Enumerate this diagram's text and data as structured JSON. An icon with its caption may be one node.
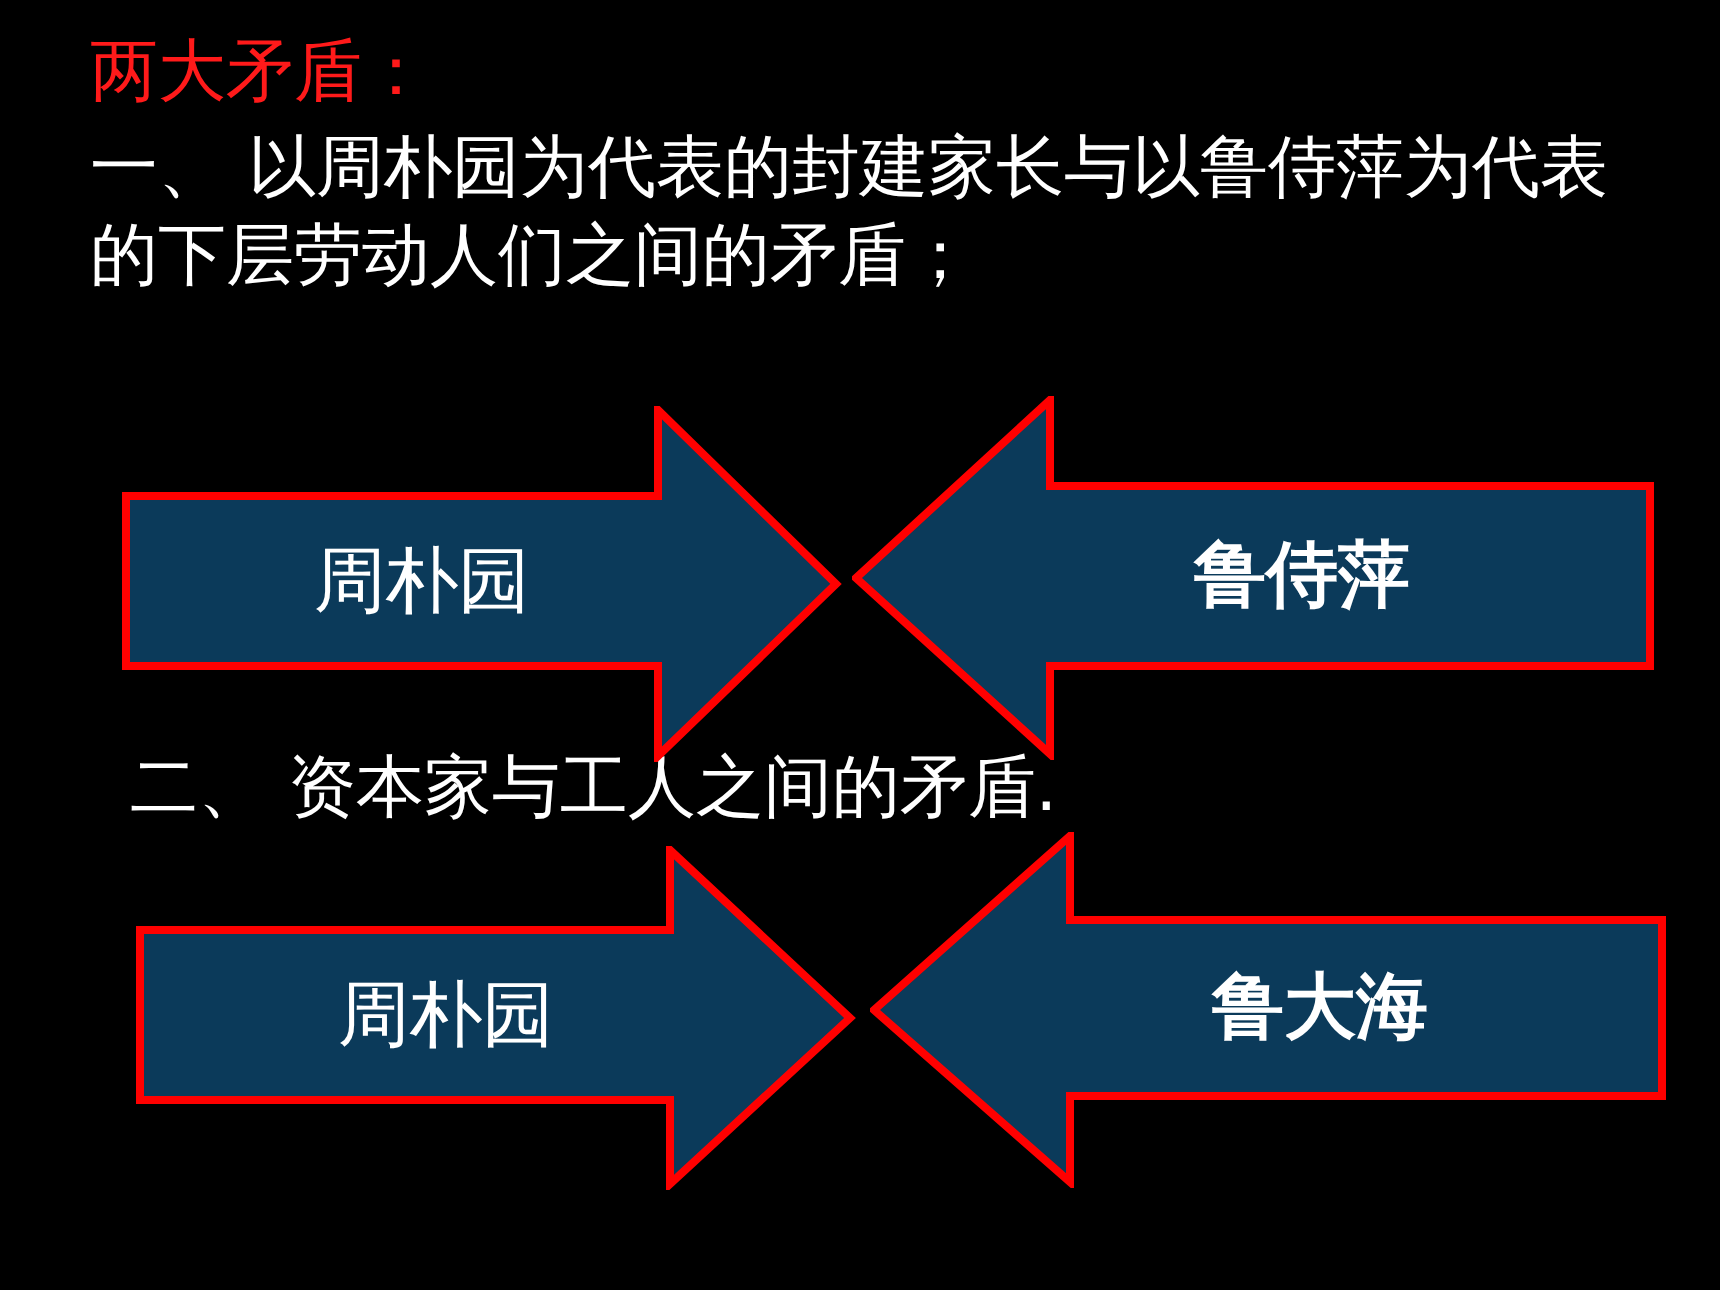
{
  "diagram": {
    "title": "两大矛盾：",
    "nodes": [
      {
        "text": [
          "周朴园"
        ]
      },
      {
        "text": [
          "鲁侍萍"
        ]
      },
      {
        "text": [
          "周朴园"
        ]
      },
      {
        "text": [
          "鲁大海"
        ]
      }
    ],
    "labels": [
      "一、 以周朴园为代表的封建家长与以鲁侍萍为代表的下层劳动人们之间的矛盾；",
      "二、 资本家与工人之间的矛盾."
    ]
  }
}
